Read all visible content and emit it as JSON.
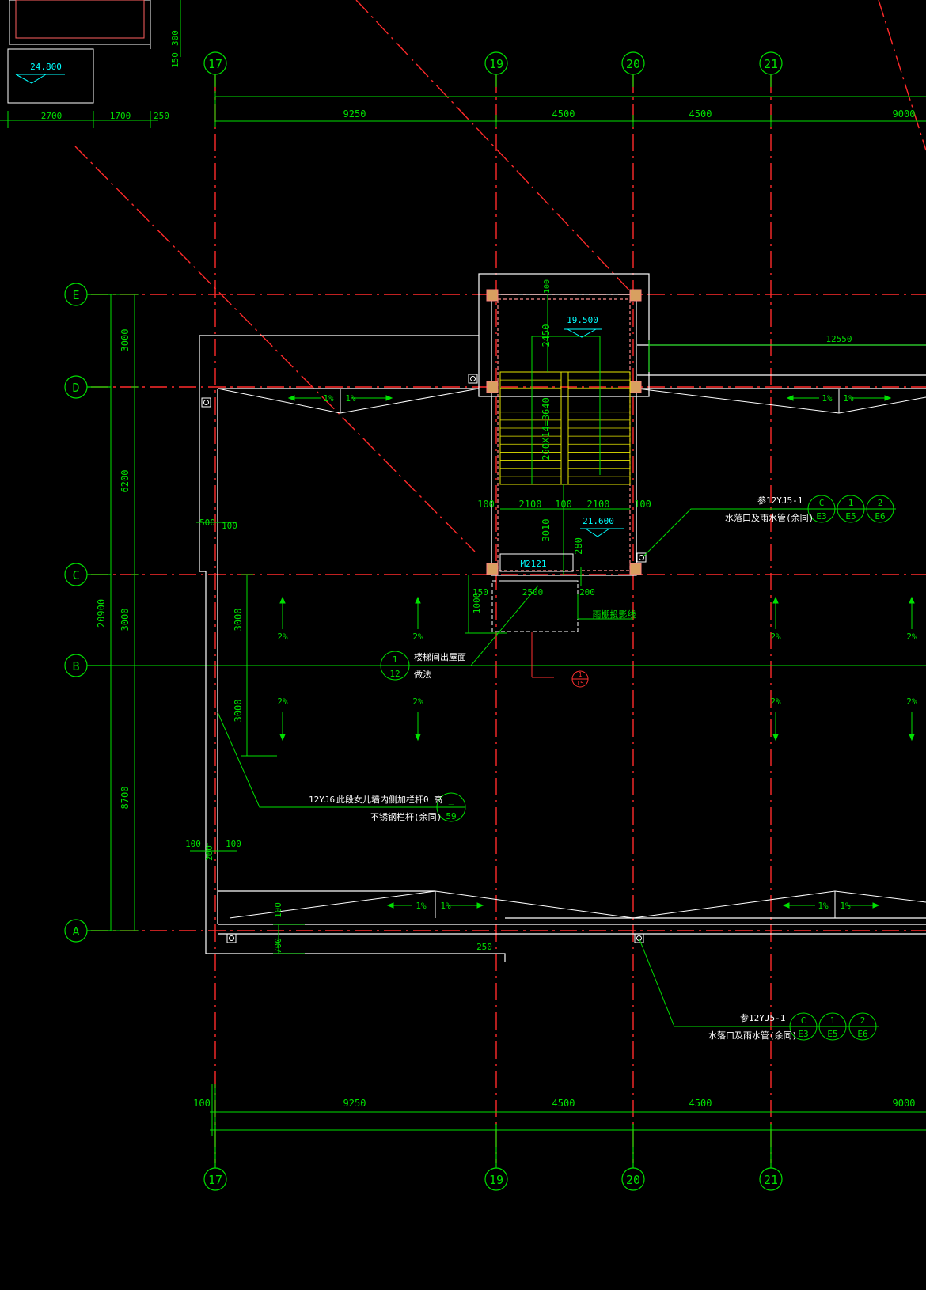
{
  "colors": {
    "background": "#000000",
    "grid_axis": "#ff2a2a",
    "dimension": "#00e000",
    "outline": "#ffffff",
    "stair": "#e6e600",
    "annotation": "#00ffff",
    "column": "#d8a060",
    "callout": "#ff3030"
  },
  "axes_columns_top": [
    "17",
    "19",
    "20",
    "21"
  ],
  "axes_columns_bottom": [
    "17",
    "19",
    "20",
    "21"
  ],
  "axes_rows": [
    "E",
    "D",
    "C",
    "B",
    "A"
  ],
  "top_dimensions": [
    "9250",
    "4500",
    "4500",
    "9000"
  ],
  "bottom_dimensions": [
    "100",
    "9250",
    "4500",
    "4500",
    "9000"
  ],
  "left_dimensions": {
    "row_segments": [
      "3000",
      "6200",
      "3000",
      "8700"
    ],
    "overall": "20900",
    "inner_segments": [
      "3000",
      "3000"
    ]
  },
  "corner_block": {
    "level": "24.800",
    "dims": [
      "2700",
      "1700",
      "250",
      "150",
      "300"
    ]
  },
  "stair": {
    "level_upper": "19.500",
    "level_lower": "21.600",
    "run_label": "260X14=3640",
    "width_top": "2450",
    "width_labels": [
      "2100",
      "100",
      "2100"
    ],
    "edge_labels": [
      "100",
      "100",
      "100"
    ],
    "landing": "3010",
    "step": "280",
    "door": "M2121",
    "canopy_depth": "1000",
    "canopy_width": "2500",
    "canopy_labels": [
      "150",
      "200"
    ],
    "canopy_line": "雨棚投影线",
    "mini_ref": [
      "1",
      "15"
    ]
  },
  "slopes": {
    "gutter": "1%",
    "roof": "2%"
  },
  "dims_misc": {
    "span_right": "12550",
    "parapet_left": [
      "500",
      "100"
    ],
    "rail_gap": [
      "100",
      "200",
      "100"
    ],
    "base": [
      "100",
      "700",
      "250"
    ]
  },
  "callouts": {
    "drain_upper": {
      "prefix": "参12YJ5-1",
      "text": "水落口及雨水管(余同)",
      "refs": [
        {
          "top": "C",
          "bottom": "E3"
        },
        {
          "top": "1",
          "bottom": "E5"
        },
        {
          "top": "2",
          "bottom": "E6"
        }
      ]
    },
    "drain_lower": {
      "prefix": "参12YJ5-1",
      "text": "水落口及雨水管(余同)",
      "refs": [
        {
          "top": "C",
          "bottom": "E3"
        },
        {
          "top": "1",
          "bottom": "E5"
        },
        {
          "top": "2",
          "bottom": "E6"
        }
      ]
    },
    "stair_roof": {
      "ref_top": "1",
      "ref_bottom": "12",
      "line1": "楼梯间出屋面",
      "line2": "做法"
    },
    "railing": {
      "prefix": "12YJ6",
      "line1": "此段女儿墙内侧加栏杆0 高",
      "line2": "不锈钢栏杆(余同)",
      "ref_top": "_",
      "ref_bottom": "59"
    }
  }
}
